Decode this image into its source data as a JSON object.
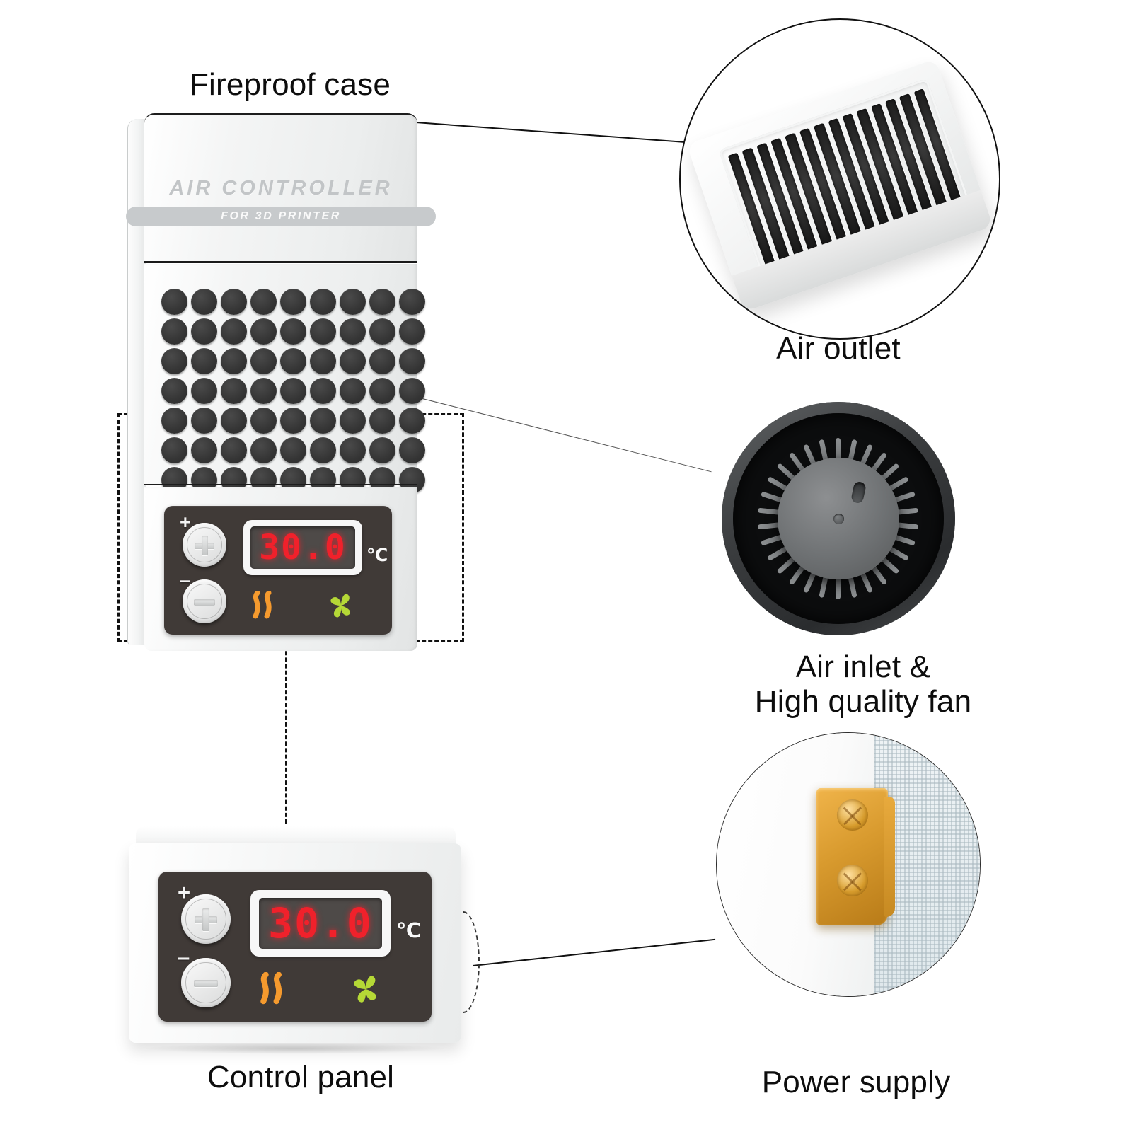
{
  "page": {
    "title": "Air Controller for 3D Printer — product feature callouts",
    "background": "#ffffff"
  },
  "device": {
    "brand_main": "AIR CONTROLLER",
    "brand_sub": "FOR 3D PRINTER",
    "vent": {
      "columns": 9,
      "rows": 7,
      "dot_color": "#343434"
    }
  },
  "control_panel": {
    "display_value": "30.0",
    "unit": "℃",
    "plus_sign": "+",
    "minus_sign": "–",
    "heat_indicator": "heat-waves",
    "fan_indicator": "fan-blades",
    "heat_color": "#f59a2e",
    "fan_color": "#b5d836",
    "display_color": "#f0212b",
    "panel_color": "#403a37"
  },
  "callouts": [
    {
      "id": "fireproof-case",
      "label": "Fireproof case"
    },
    {
      "id": "air-outlet",
      "label": "Air outlet"
    },
    {
      "id": "air-inlet-fan",
      "label": "Air inlet &\nHigh quality fan"
    },
    {
      "id": "control-panel",
      "label": "Control panel"
    },
    {
      "id": "power-supply",
      "label": "Power supply"
    }
  ]
}
